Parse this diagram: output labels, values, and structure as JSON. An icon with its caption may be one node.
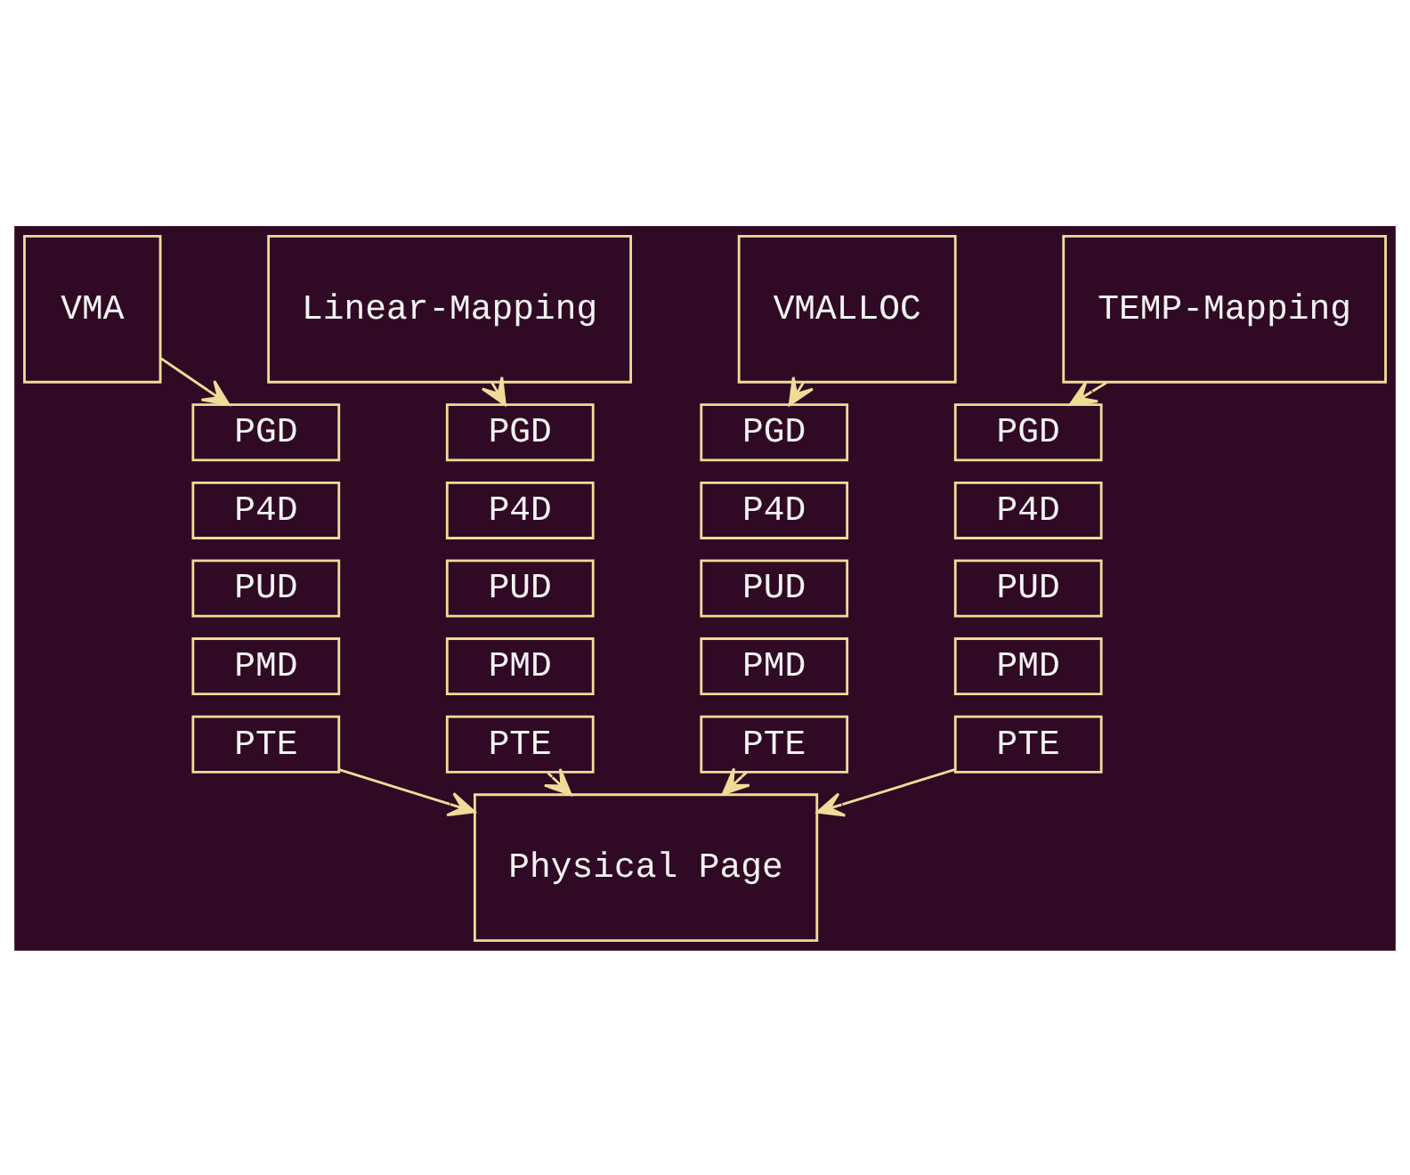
{
  "diagram": {
    "nodes": [
      {
        "text": [
          "VMA"
        ]
      },
      {
        "text": [
          "Linear-Mapping"
        ]
      },
      {
        "text": [
          "VMALLOC"
        ]
      },
      {
        "text": [
          "TEMP-Mapping"
        ]
      },
      {
        "text": [
          "PGD"
        ]
      },
      {
        "text": [
          "PGD"
        ]
      },
      {
        "text": [
          "PGD"
        ]
      },
      {
        "text": [
          "PGD"
        ]
      },
      {
        "text": [
          "P4D"
        ]
      },
      {
        "text": [
          "P4D"
        ]
      },
      {
        "text": [
          "P4D"
        ]
      },
      {
        "text": [
          "P4D"
        ]
      },
      {
        "text": [
          "PUD"
        ]
      },
      {
        "text": [
          "PUD"
        ]
      },
      {
        "text": [
          "PUD"
        ]
      },
      {
        "text": [
          "PUD"
        ]
      },
      {
        "text": [
          "PMD"
        ]
      },
      {
        "text": [
          "PMD"
        ]
      },
      {
        "text": [
          "PMD"
        ]
      },
      {
        "text": [
          "PMD"
        ]
      },
      {
        "text": [
          "PTE"
        ]
      },
      {
        "text": [
          "PTE"
        ]
      },
      {
        "text": [
          "PTE"
        ]
      },
      {
        "text": [
          "PTE"
        ]
      },
      {
        "text": [
          "Physical Page"
        ]
      }
    ],
    "edges": [
      {
        "from": 0,
        "to": 4,
        "arrow": "to"
      },
      {
        "from": 1,
        "to": 5,
        "arrow": "to"
      },
      {
        "from": 2,
        "to": 6,
        "arrow": "to"
      },
      {
        "from": 3,
        "to": 7,
        "arrow": "to"
      },
      {
        "from": 20,
        "to": 24,
        "arrow": "to"
      },
      {
        "from": 21,
        "to": 24,
        "arrow": "to"
      },
      {
        "from": 22,
        "to": 24,
        "arrow": "to"
      },
      {
        "from": 23,
        "to": 24,
        "arrow": "to"
      }
    ]
  }
}
